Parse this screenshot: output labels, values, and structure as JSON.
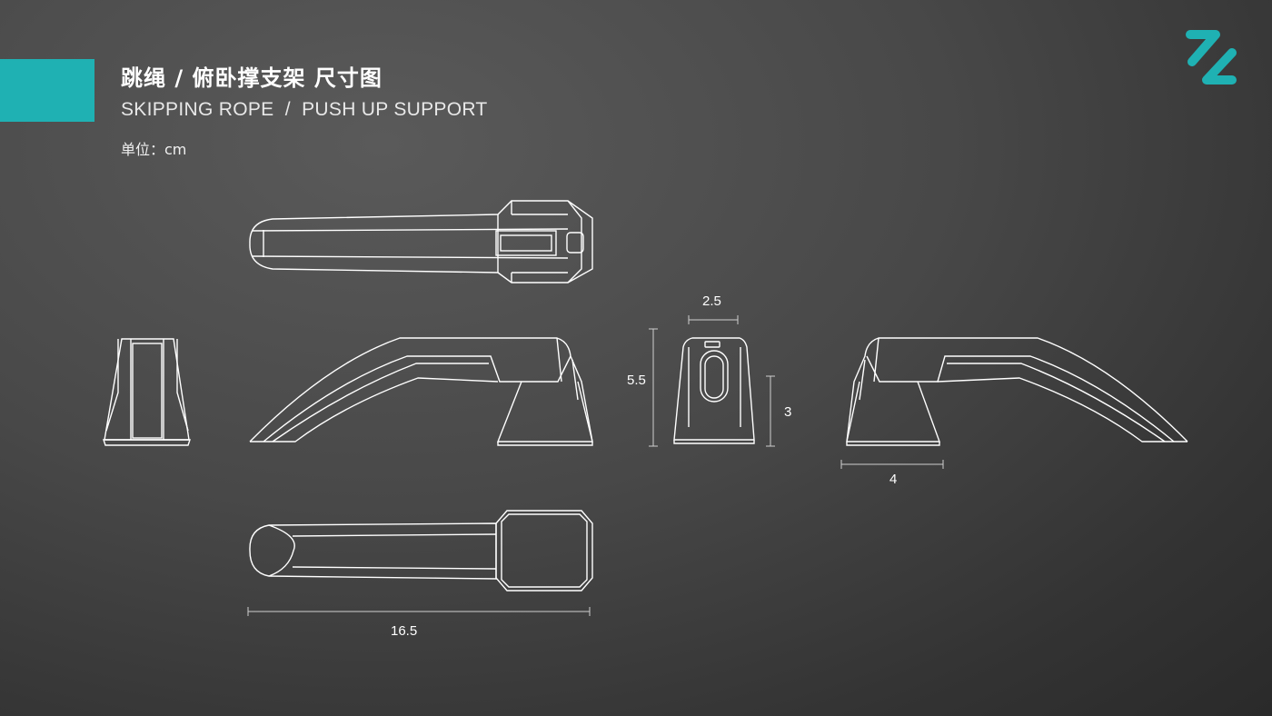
{
  "header": {
    "title_cn": "跳绳 / 俯卧撑支架 尺寸图",
    "title_en": "SKIPPING ROPE  /  PUSH UP SUPPORT",
    "unit": "单位：cm"
  },
  "colors": {
    "accent": "#1fb1b3",
    "line": "#ffffff",
    "dimension": "#cfcfcf"
  },
  "logo": {
    "icon": "brand-z-logo-icon"
  },
  "dimensions": {
    "width_top": "2.5",
    "height_total": "5.5",
    "height_base": "3",
    "base_depth": "4",
    "length": "16.5"
  }
}
